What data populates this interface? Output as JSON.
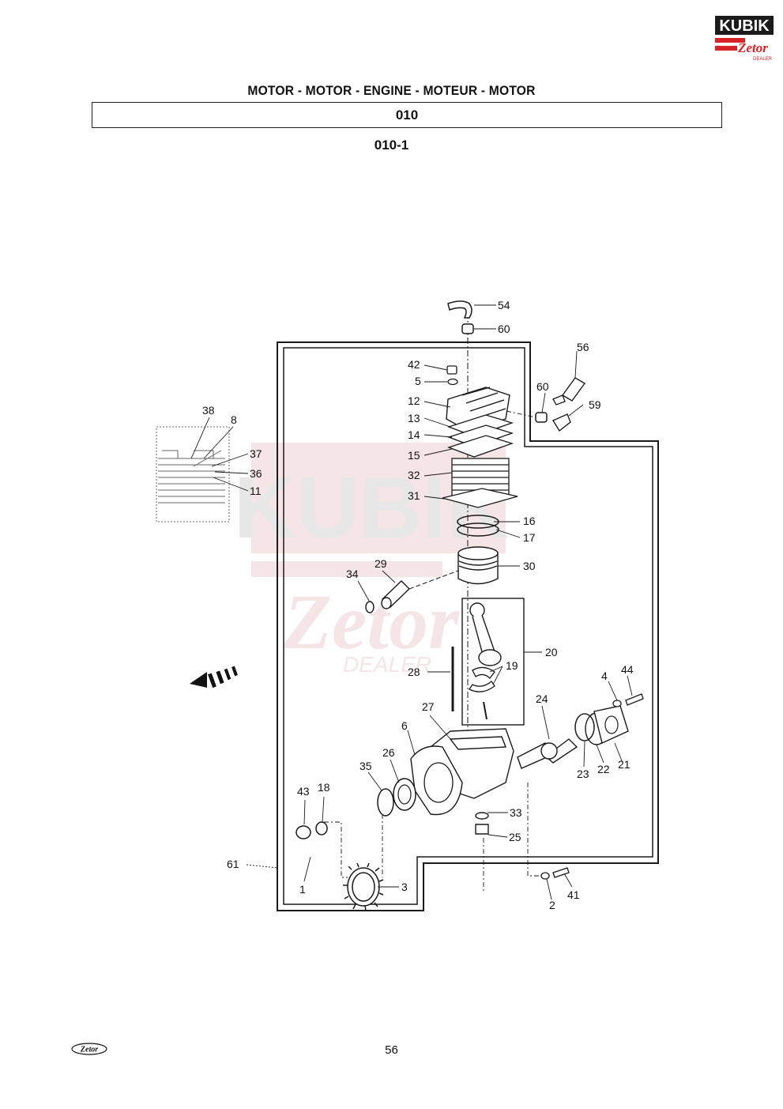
{
  "header": {
    "title": "MOTOR - MOTOR - ENGINE - MOTEUR - MOTOR",
    "group_code": "010",
    "figure_code": "010-1"
  },
  "logos": {
    "brand_top": "KUBIK",
    "brand_sub": "Zetor",
    "brand_tag": "DEALER",
    "watermark_main": "KUBIK",
    "watermark_sub": "Zetor",
    "watermark_tag": "DEALER",
    "footer_logo": "Zetor"
  },
  "diagram": {
    "callouts": [
      "54",
      "60",
      "56",
      "42",
      "5",
      "60",
      "59",
      "12",
      "13",
      "14",
      "15",
      "32",
      "31",
      "16",
      "17",
      "30",
      "29",
      "34",
      "20",
      "19",
      "28",
      "4",
      "44",
      "24",
      "27",
      "6",
      "26",
      "35",
      "23",
      "22",
      "21",
      "33",
      "43",
      "18",
      "25",
      "61",
      "1",
      "3",
      "2",
      "41",
      "38",
      "8",
      "37",
      "36",
      "11"
    ]
  },
  "footer": {
    "page_number": "56"
  },
  "colors": {
    "accent_red": "#d8232a",
    "watermark": "#e8b7b9",
    "line": "#1a1a1a"
  }
}
